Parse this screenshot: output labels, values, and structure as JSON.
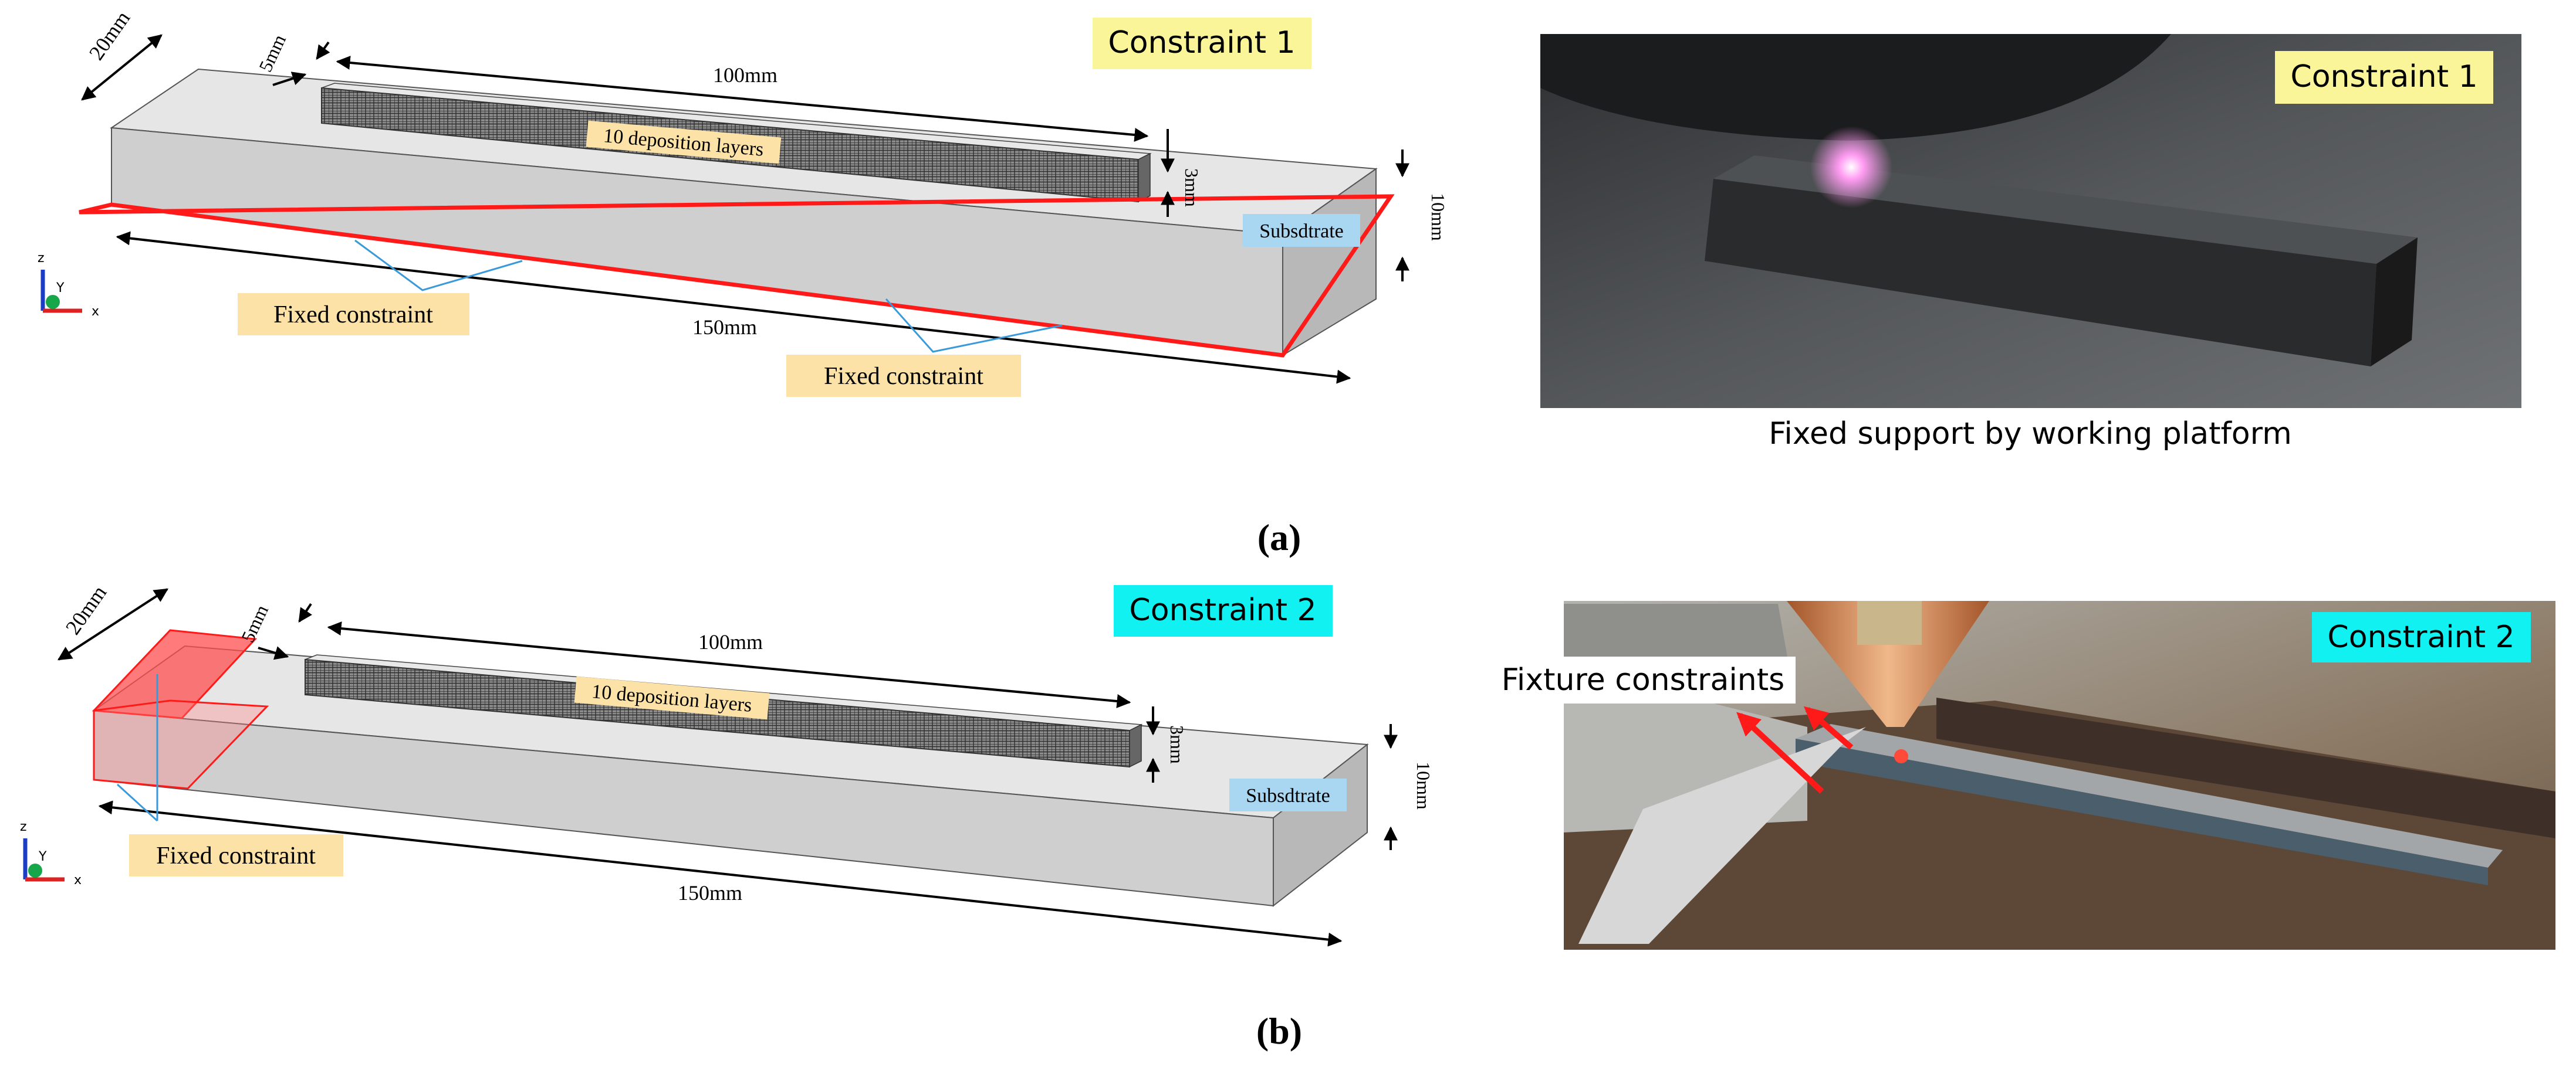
{
  "panel_a": {
    "badge_model": "Constraint 1",
    "badge_photo": "Constraint 1",
    "dim_width": "20mm",
    "dim_gap": "5mm",
    "dim_deposit_length": "100mm",
    "dim_deposit_height": "3mm",
    "dim_substrate_height": "10mm",
    "dim_substrate_length": "150mm",
    "label_layers": "10 deposition layers",
    "label_substrate": "Subsdtrate",
    "label_fixed_left": "Fixed constraint",
    "label_fixed_right": "Fixed constraint",
    "photo_caption": "Fixed support by working platform",
    "panel_label": "(a)",
    "axes": {
      "z": "z",
      "y": "Y",
      "x": "x"
    }
  },
  "panel_b": {
    "badge_model": "Constraint 2",
    "badge_photo": "Constraint 2",
    "dim_width": "20mm",
    "dim_gap": "5mm",
    "dim_deposit_length": "100mm",
    "dim_deposit_height": "3mm",
    "dim_substrate_height": "10mm",
    "dim_substrate_length": "150mm",
    "label_layers": "10 deposition layers",
    "label_substrate": "Subsdtrate",
    "label_fixed": "Fixed constraint",
    "photo_label": "Fixture constraints",
    "panel_label": "(b)",
    "axes": {
      "z": "z",
      "y": "Y",
      "x": "x"
    }
  },
  "colors": {
    "badge_yellow": "#fbf59a",
    "badge_cyan": "#12f1f1",
    "label_orange": "#fce2a6",
    "label_blue": "#a9d6f1",
    "constraint_red": "#ff1a1a",
    "leader_blue": "#3a9ad9"
  }
}
